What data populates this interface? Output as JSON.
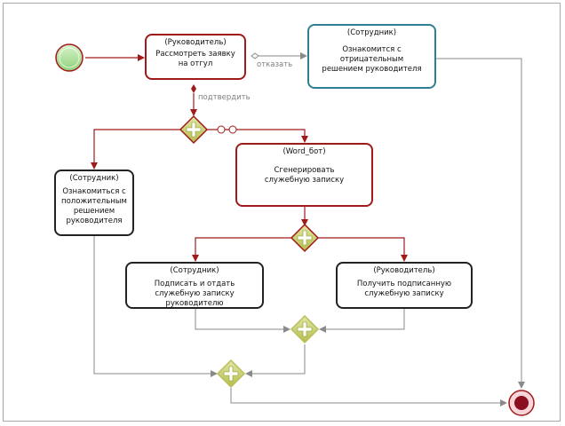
{
  "tasks": {
    "review": {
      "role": "(Руководитель)",
      "text": "Рассмотреть заявку на отгул"
    },
    "neg": {
      "role": "(Сотрудник)",
      "text": "Ознакомится с отрицательным решением руководителя"
    },
    "pos": {
      "role": "(Сотрудник)",
      "text": "Ознакомиться с положительным решением руководителя"
    },
    "gen": {
      "role": "(Word_бот)",
      "text": "Сгенерировать служебную записку"
    },
    "sign": {
      "role": "(Сотрудник)",
      "text": "Подписать и отдать служебную записку руководителю"
    },
    "recv": {
      "role": "(Руководитель)",
      "text": "Получить подписанную служебную записку"
    }
  },
  "labels": {
    "reject": "отказать",
    "confirm": "подтвердить"
  },
  "colors": {
    "flow_red": "#a11a1a",
    "flow_gray": "#8a8a8a",
    "gateway_fill": "#c8cf6b",
    "gateway_plus": "#ffffff",
    "start_fill": "#9ed98a",
    "end_fill": "#8a1020"
  },
  "icons": {
    "start": "start-event-icon",
    "end": "end-event-icon",
    "gateway": "parallel-gateway-icon"
  }
}
